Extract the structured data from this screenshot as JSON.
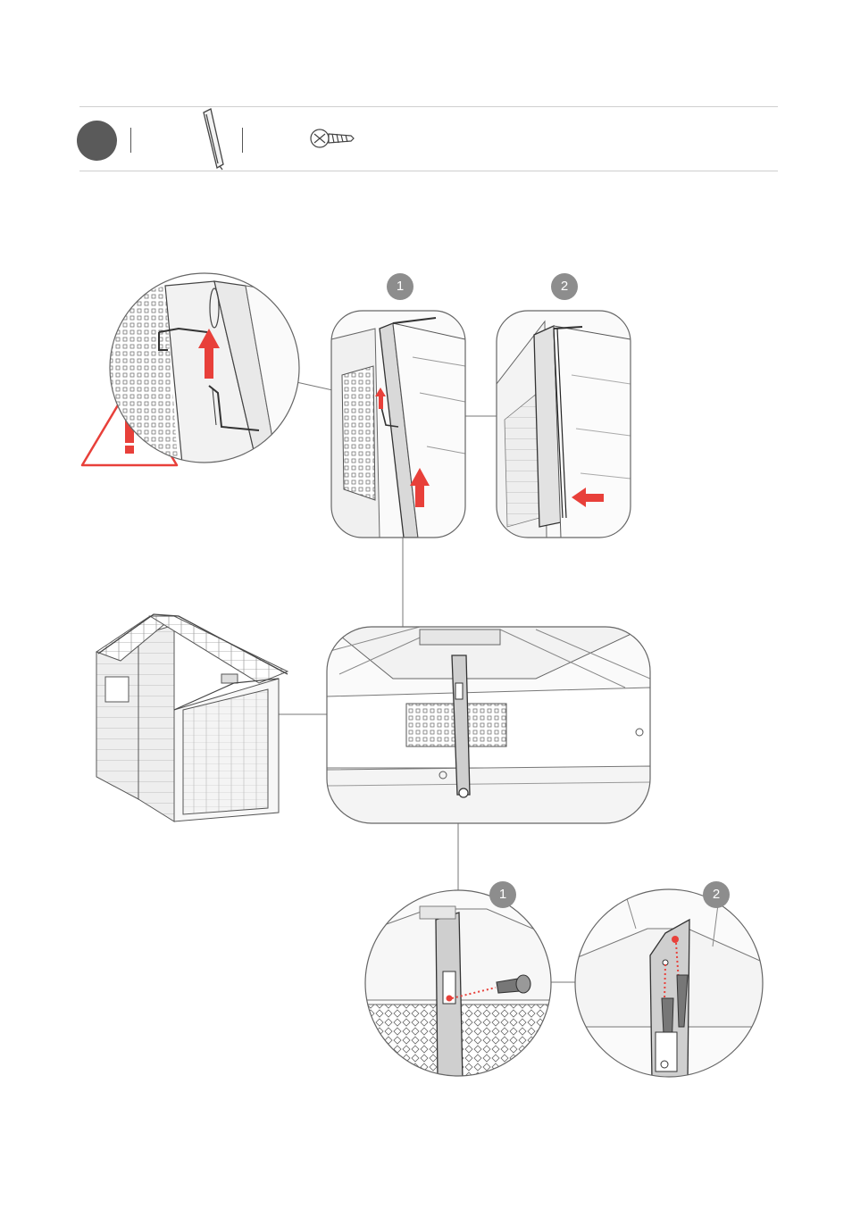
{
  "header": {
    "step_marker": "",
    "separator_count": 2
  },
  "top_row": {
    "badges": [
      "1",
      "2"
    ]
  },
  "bottom_row": {
    "badges": [
      "1",
      "2"
    ]
  },
  "icons": {
    "warning": "warning-triangle-icon",
    "part": "rail-bracket-icon",
    "fastener": "screw-icon"
  },
  "colors": {
    "accent": "#e8403a",
    "badge": "#8d8d8d",
    "step_dot": "#5a5a5a",
    "line": "#444444"
  }
}
